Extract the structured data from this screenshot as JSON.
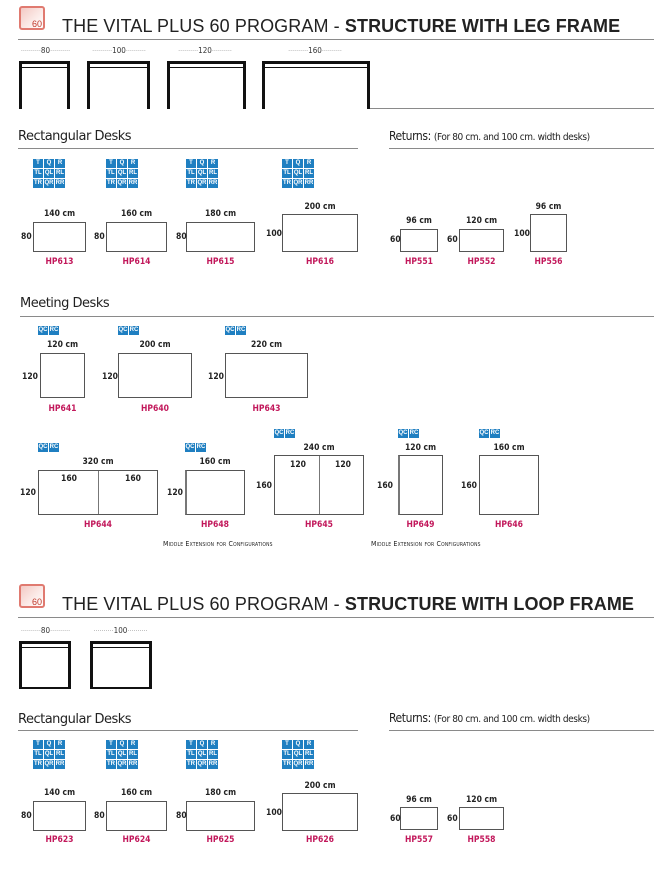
{
  "header_leg": {
    "logo_number": "60",
    "title_normal": "THE VITAL PLUS 60 PROGRAM - ",
    "title_bold": "STRUCTURE WITH LEG FRAME",
    "frame_widths": [
      "80",
      "100",
      "120",
      "160"
    ]
  },
  "leg_rect": {
    "heading": "Rectangular Desks",
    "desks": [
      {
        "width": "140 cm",
        "depth": "80",
        "code": "HP613"
      },
      {
        "width": "160 cm",
        "depth": "80",
        "code": "HP614"
      },
      {
        "width": "180 cm",
        "depth": "80",
        "code": "HP615"
      },
      {
        "width": "200 cm",
        "depth": "100",
        "code": "HP616"
      }
    ],
    "badges": [
      "T",
      "Q",
      "R",
      "TL",
      "QL",
      "RL",
      "TR",
      "QR",
      "RR"
    ]
  },
  "leg_returns": {
    "heading": "Returns:",
    "note": "(For 80 cm. and 100 cm. width desks)",
    "items": [
      {
        "width": "96 cm",
        "depth": "60",
        "code": "HP551"
      },
      {
        "width": "120 cm",
        "depth": "60",
        "code": "HP552"
      },
      {
        "width": "96 cm",
        "depth": "100",
        "code": "HP556"
      }
    ]
  },
  "meeting": {
    "heading": "Meeting Desks",
    "badges": [
      "QC",
      "RC"
    ],
    "row1": [
      {
        "width": "120 cm",
        "depth": "120",
        "code": "HP641"
      },
      {
        "width": "200 cm",
        "depth": "120",
        "code": "HP640"
      },
      {
        "width": "220 cm",
        "depth": "120",
        "code": "HP643"
      }
    ],
    "row2": [
      {
        "width": "320 cm",
        "depth": "120",
        "code": "HP644",
        "inner": [
          "160",
          "160"
        ]
      },
      {
        "width": "160 cm",
        "depth": "120",
        "code": "HP648"
      },
      {
        "width": "240 cm",
        "depth": "160",
        "code": "HP645",
        "inner": [
          "120",
          "120"
        ]
      },
      {
        "width": "120 cm",
        "depth": "160",
        "code": "HP649"
      },
      {
        "width": "160 cm",
        "depth": "160",
        "code": "HP646"
      }
    ],
    "caption1": "Middle Extension for Configurations",
    "caption2": "Middle Extension for Configurations"
  },
  "header_loop": {
    "logo_number": "60",
    "title_normal": "THE VITAL PLUS 60 PROGRAM - ",
    "title_bold": "STRUCTURE WITH LOOP FRAME",
    "frame_widths": [
      "80",
      "100"
    ]
  },
  "loop_rect": {
    "heading": "Rectangular Desks",
    "desks": [
      {
        "width": "140 cm",
        "depth": "80",
        "code": "HP623"
      },
      {
        "width": "160 cm",
        "depth": "80",
        "code": "HP624"
      },
      {
        "width": "180 cm",
        "depth": "80",
        "code": "HP625"
      },
      {
        "width": "200 cm",
        "depth": "100",
        "code": "HP626"
      }
    ]
  },
  "loop_returns": {
    "heading": "Returns:",
    "note": "(For 80 cm. and 100 cm. width desks)",
    "items": [
      {
        "width": "96 cm",
        "depth": "60",
        "code": "HP557"
      },
      {
        "width": "120 cm",
        "depth": "60",
        "code": "HP558"
      }
    ]
  },
  "colors": {
    "badge": "#1f7fc1",
    "code": "#c2185b",
    "logo": "#e07a70"
  }
}
